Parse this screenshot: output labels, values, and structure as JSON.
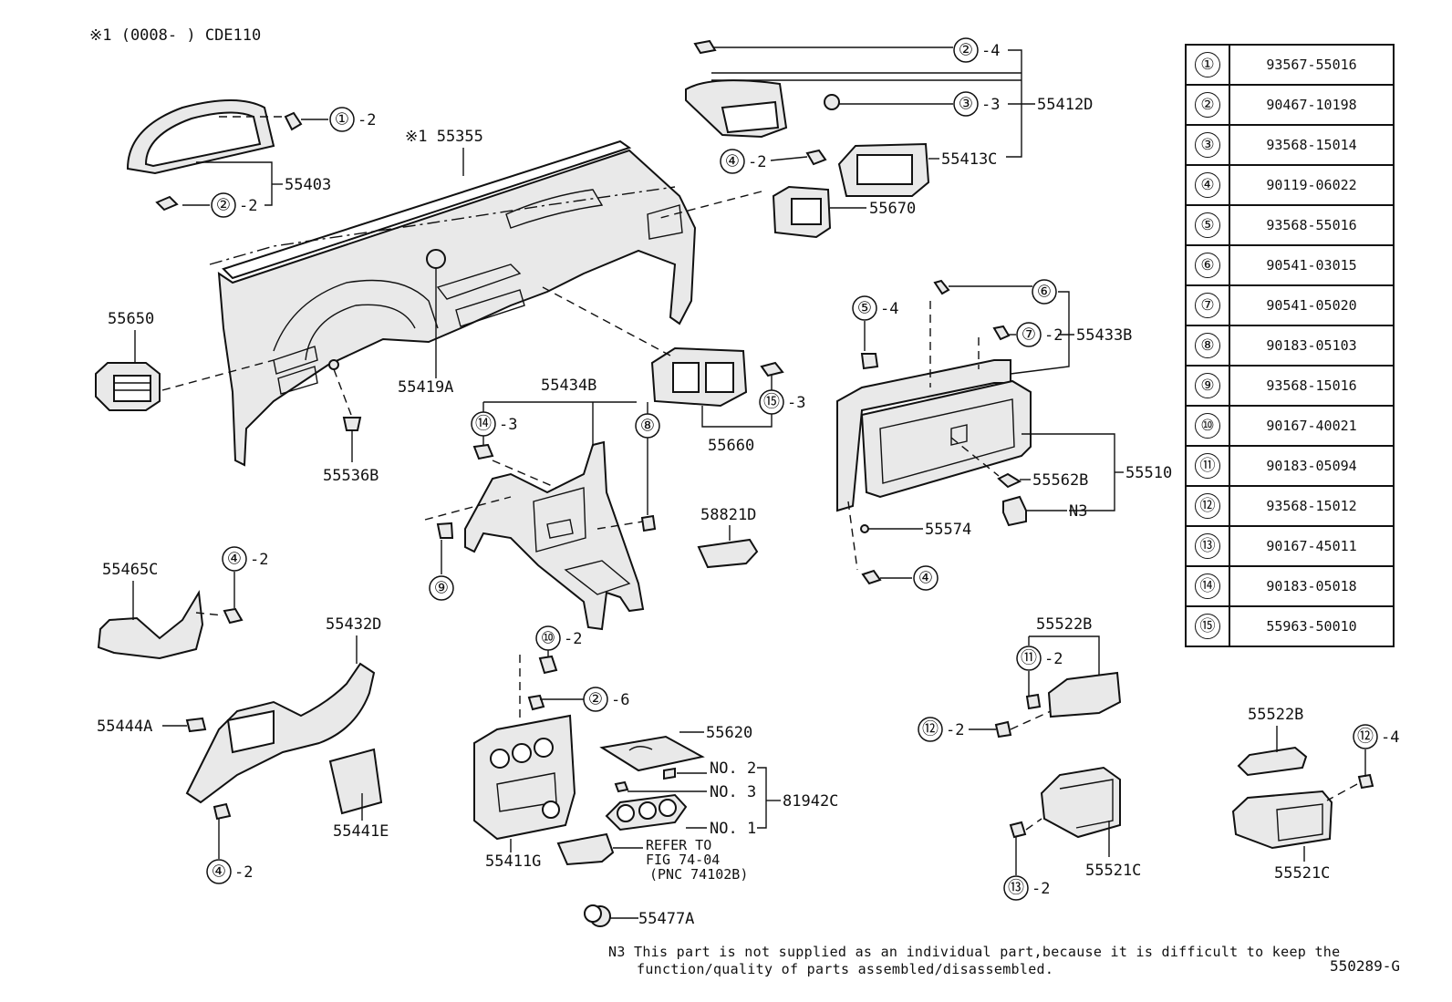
{
  "header": {
    "note": "※1  (0008-      )  CDE110"
  },
  "labels": {
    "p55355": "※1 55355",
    "p55403": "55403",
    "p55650": "55650",
    "p55419A": "55419A",
    "p55536B": "55536B",
    "p55434B": "55434B",
    "p55660": "55660",
    "p55412D": "55412D",
    "p55413C": "55413C",
    "p55670": "55670",
    "p55433B": "55433B",
    "p55510": "55510",
    "p55562B": "55562B",
    "pN3": "N3",
    "p55574": "55574",
    "p58821D": "58821D",
    "p55465C": "55465C",
    "p55432D": "55432D",
    "p55444A": "55444A",
    "p55441E": "55441E",
    "p55620": "55620",
    "no2": "NO. 2",
    "no3": "NO. 3",
    "no1": "NO. 1",
    "p81942C": "81942C",
    "p55411G": "55411G",
    "refer1": "REFER TO",
    "refer2": "FIG 74-04",
    "refer3": "(PNC 74102B)",
    "p55477A": "55477A",
    "p55522B_a": "55522B",
    "p55522B_b": "55522B",
    "p55521C_a": "55521C",
    "p55521C_b": "55521C"
  },
  "callouts": [
    {
      "num": "①",
      "qty": "-2"
    },
    {
      "num": "②",
      "qty": "-2"
    },
    {
      "num": "②",
      "qty": "-4"
    },
    {
      "num": "③",
      "qty": "-3"
    },
    {
      "num": "④",
      "qty": "-2"
    },
    {
      "num": "⑤",
      "qty": "-4"
    },
    {
      "num": "⑥",
      "qty": ""
    },
    {
      "num": "⑦",
      "qty": "-2"
    },
    {
      "num": "⑭",
      "qty": "-3"
    },
    {
      "num": "⑧",
      "qty": ""
    },
    {
      "num": "⑮",
      "qty": "-3"
    },
    {
      "num": "⑨",
      "qty": ""
    },
    {
      "num": "④",
      "qty": ""
    },
    {
      "num": "④",
      "qty": "-2"
    },
    {
      "num": "⑩",
      "qty": "-2"
    },
    {
      "num": "②",
      "qty": "-6"
    },
    {
      "num": "④",
      "qty": "-2"
    },
    {
      "num": "⑪",
      "qty": "-2"
    },
    {
      "num": "⑫",
      "qty": "-2"
    },
    {
      "num": "⑫",
      "qty": "-4"
    },
    {
      "num": "⑬",
      "qty": "-2"
    }
  ],
  "reference_table": [
    {
      "num": "①",
      "part": "93567-55016"
    },
    {
      "num": "②",
      "part": "90467-10198"
    },
    {
      "num": "③",
      "part": "93568-15014"
    },
    {
      "num": "④",
      "part": "90119-06022"
    },
    {
      "num": "⑤",
      "part": "93568-55016"
    },
    {
      "num": "⑥",
      "part": "90541-03015"
    },
    {
      "num": "⑦",
      "part": "90541-05020"
    },
    {
      "num": "⑧",
      "part": "90183-05103"
    },
    {
      "num": "⑨",
      "part": "93568-15016"
    },
    {
      "num": "⑩",
      "part": "90167-40021"
    },
    {
      "num": "⑪",
      "part": "90183-05094"
    },
    {
      "num": "⑫",
      "part": "93568-15012"
    },
    {
      "num": "⑬",
      "part": "90167-45011"
    },
    {
      "num": "⑭",
      "part": "90183-05018"
    },
    {
      "num": "⑮",
      "part": "55963-50010"
    }
  ],
  "footnote": {
    "line1": "N3 This part is not supplied as an individual part,because it is difficult to keep the",
    "line2": "function/quality of parts assembled/disassembled."
  },
  "figure_id": "550289-G"
}
